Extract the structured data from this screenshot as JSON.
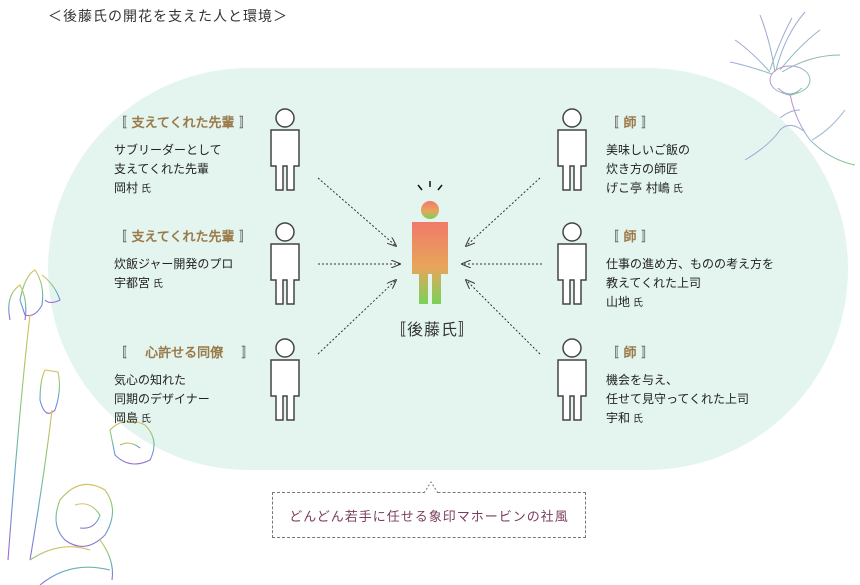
{
  "title": "＜後藤氏の開花を支えた人と環境＞",
  "center": {
    "name": "後藤氏",
    "left_bracket": "〚",
    "right_bracket": "〛"
  },
  "left_people": [
    {
      "role": "支えてくれた先輩",
      "lines": [
        "サブリーダーとして",
        "支えてくれた先輩"
      ],
      "name": "岡村",
      "suffix": "氏"
    },
    {
      "role": "支えてくれた先輩",
      "lines": [
        "炊飯ジャー開発のプロ"
      ],
      "name": "宇都宮",
      "suffix": "氏"
    },
    {
      "role": "心許せる同僚",
      "lines": [
        "気心の知れた",
        "同期のデザイナー"
      ],
      "name": "岡島",
      "suffix": "氏"
    }
  ],
  "right_people": [
    {
      "role": "師",
      "lines": [
        "美味しいご飯の",
        "炊き方の師匠"
      ],
      "name": "げこ亭 村嶋",
      "suffix": "氏"
    },
    {
      "role": "師",
      "lines": [
        "仕事の進め方、ものの考え方を",
        "教えてくれた上司"
      ],
      "name": "山地",
      "suffix": "氏"
    },
    {
      "role": "師",
      "lines": [
        "機会を与え、",
        "任せて見守ってくれた上司"
      ],
      "name": "宇和",
      "suffix": "氏"
    }
  ],
  "bubble_text": "どんどん若手に任せる象印マホービンの社風",
  "colors": {
    "oval": "#e3f5ee",
    "role_text": "#9a7a4a",
    "bubble_text": "#7b3d5c"
  }
}
